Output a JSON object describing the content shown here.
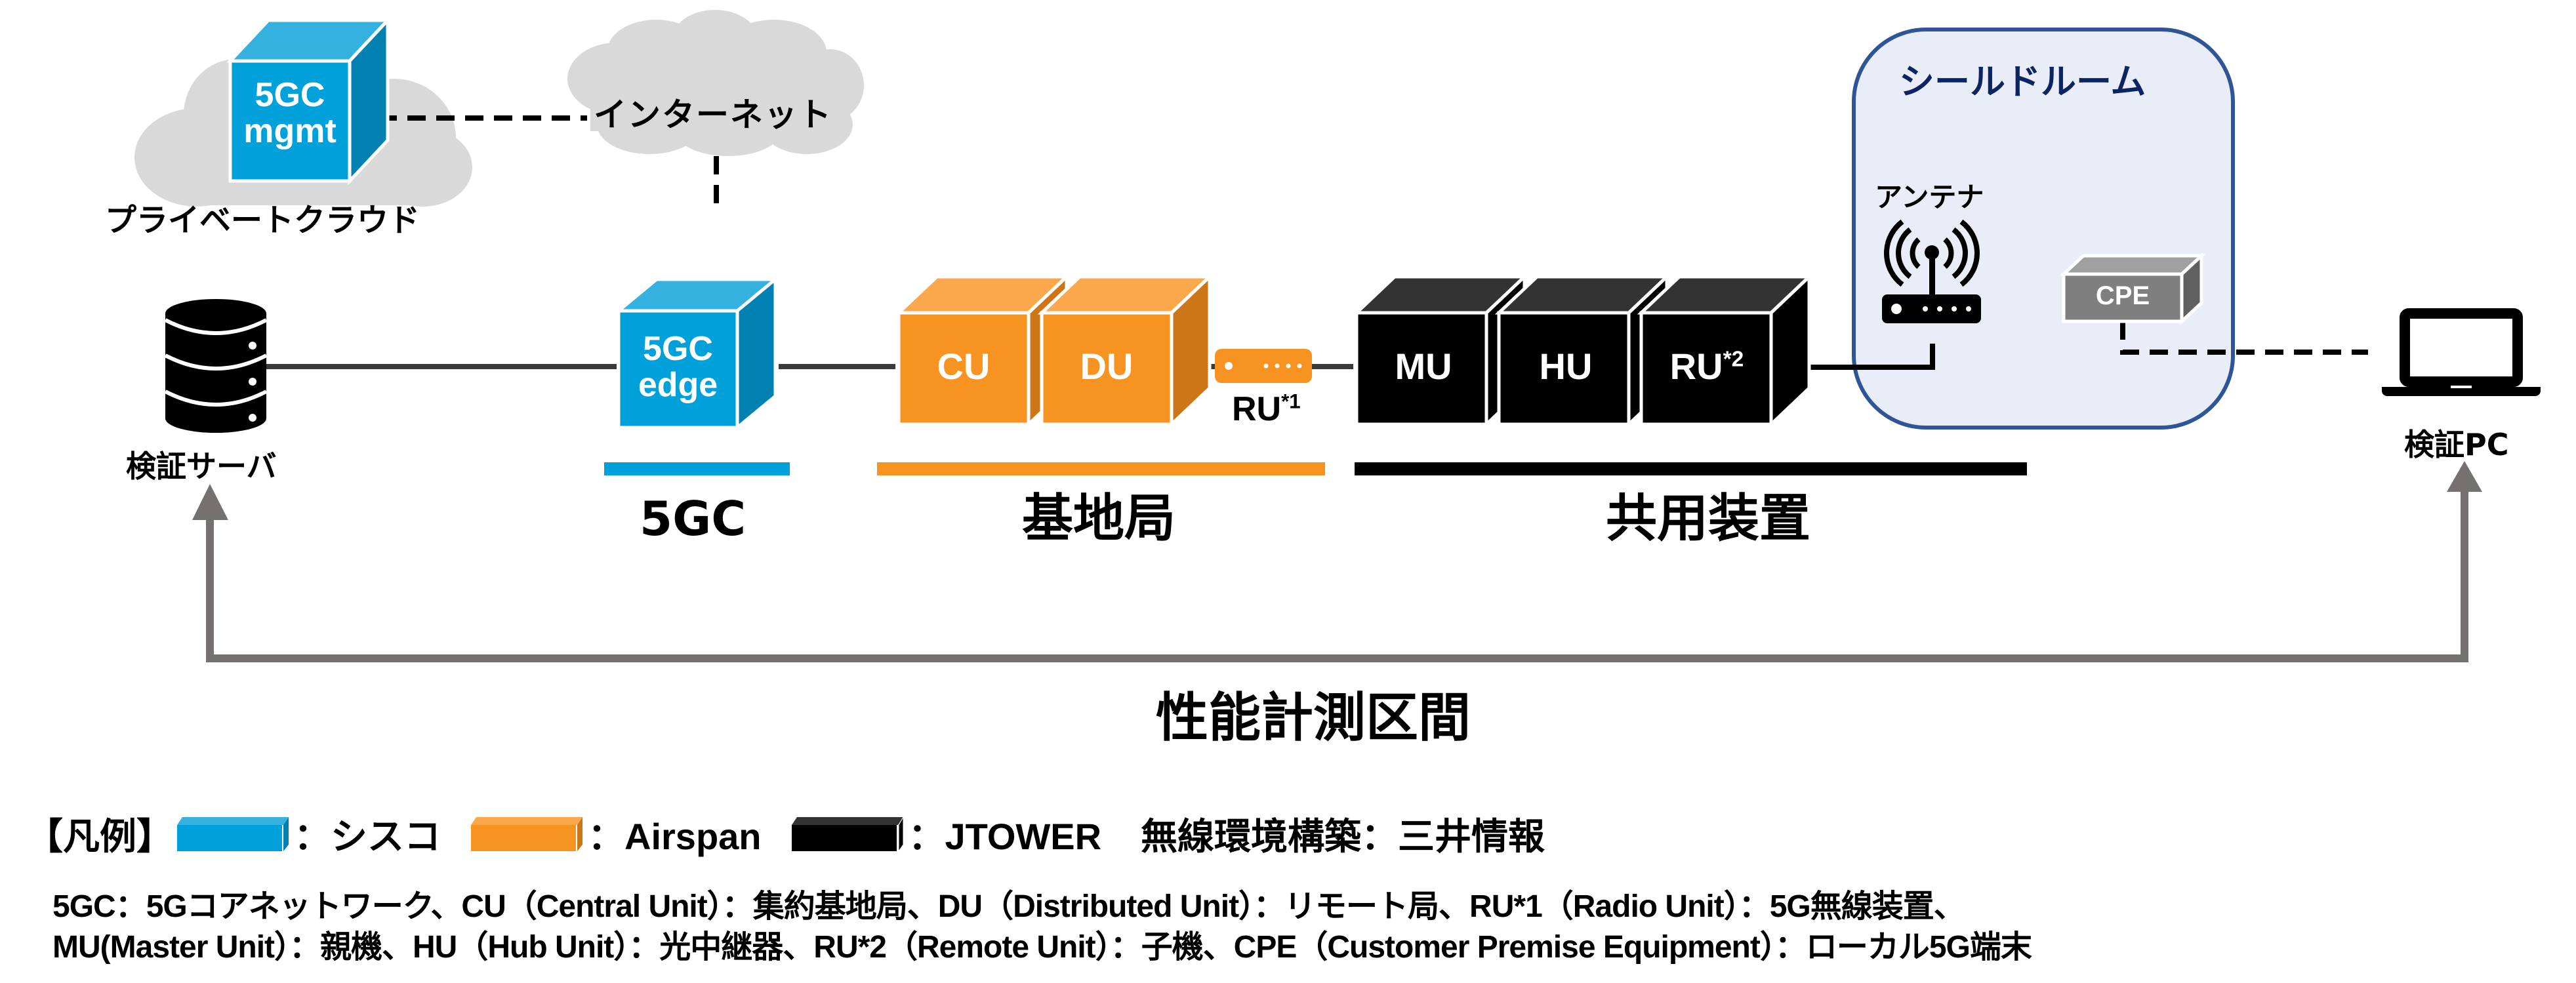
{
  "diagram": {
    "nodes": {
      "mgmt_cube": {
        "label_line1": "5GC",
        "label_line2": "mgmt"
      },
      "private_cloud": {
        "label": "プライベートクラウド"
      },
      "internet": {
        "label": "インターネット"
      },
      "edge_cube": {
        "label_line1": "5GC",
        "label_line2": "edge"
      },
      "server": {
        "label": "検証サーバ"
      },
      "cu": {
        "label": "CU"
      },
      "du": {
        "label": "DU"
      },
      "ru1": {
        "label": "RU",
        "sup": "*1"
      },
      "mu": {
        "label": "MU"
      },
      "hu": {
        "label": "HU"
      },
      "ru2": {
        "label": "RU",
        "sup": "*2"
      },
      "shield_room": {
        "label": "シールドルーム"
      },
      "antenna": {
        "label": "アンテナ"
      },
      "cpe": {
        "label": "CPE"
      },
      "pc": {
        "label": "検証PC"
      }
    },
    "groups": [
      {
        "label": "5GC",
        "color": "#00A0DA"
      },
      {
        "label": "基地局",
        "color": "#F79320"
      },
      {
        "label": "共用装置",
        "color": "#000000"
      }
    ],
    "measurement_section": {
      "label": "性能計測区間"
    },
    "colors": {
      "cisco_front": "#00A0DA",
      "cisco_top": "#35B1E0",
      "cisco_side": "#0180B2",
      "airspan_front": "#F79320",
      "airspan_top": "#FBA84C",
      "airspan_side": "#CC7618",
      "jtower_front": "#000000",
      "jtower_top": "#333333",
      "jtower_side": "#000000",
      "cpe_front": "#7F7F7F",
      "cpe_top": "#A0A0A0",
      "cpe_side": "#606060",
      "cloud": "#D9D9D9",
      "shield_fill": "#E9EDF7",
      "shield_border": "#2F5597",
      "shield_title": "#0C2461",
      "arrow": "#767171",
      "link": "#3A3A3A"
    }
  },
  "legend": {
    "title": "【凡例】",
    "items": [
      {
        "vendor": "：シスコ",
        "color": "#00A0DA"
      },
      {
        "vendor": "：Airspan",
        "color": "#F79320"
      },
      {
        "vendor": "：JTOWER",
        "color": "#000000"
      }
    ],
    "extra": "無線環境構築：三井情報",
    "definitions_line1": "5GC：5Gコアネットワーク、CU（Central Unit）：集約基地局、DU（Distributed Unit）：リモート局、RU*1（Radio Unit）：5G無線装置、",
    "definitions_line2": "MU(Master Unit）：親機、HU（Hub Unit）：光中継器、RU*2（Remote Unit）：子機、CPE（Customer Premise Equipment）：ローカル5G端末"
  }
}
